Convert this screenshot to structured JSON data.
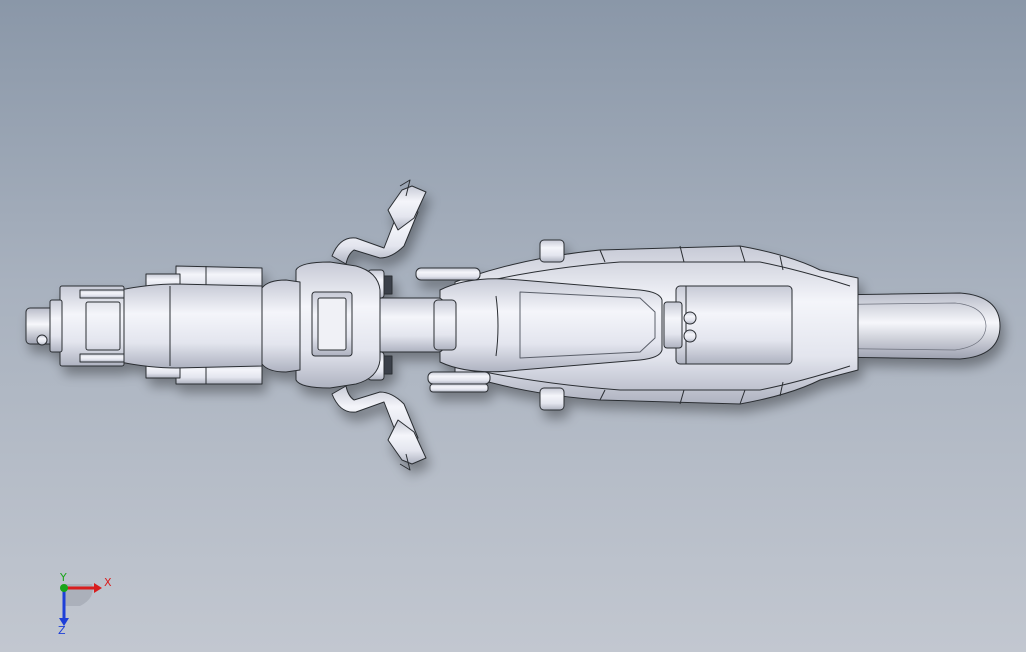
{
  "viewport": {
    "background_top": "#8a97a8",
    "background_bottom": "#c2c7d0"
  },
  "model": {
    "name": "motorcycle-top-view",
    "edge_color": "#2b2e33",
    "surface_color": "#e9ebf2",
    "shade_color": "#c9ccd7"
  },
  "triad": {
    "x_label": "X",
    "y_label": "Y",
    "z_label": "Z",
    "x_color": "#d81e1e",
    "y_color": "#1aa51a",
    "z_color": "#1e3fd8"
  }
}
